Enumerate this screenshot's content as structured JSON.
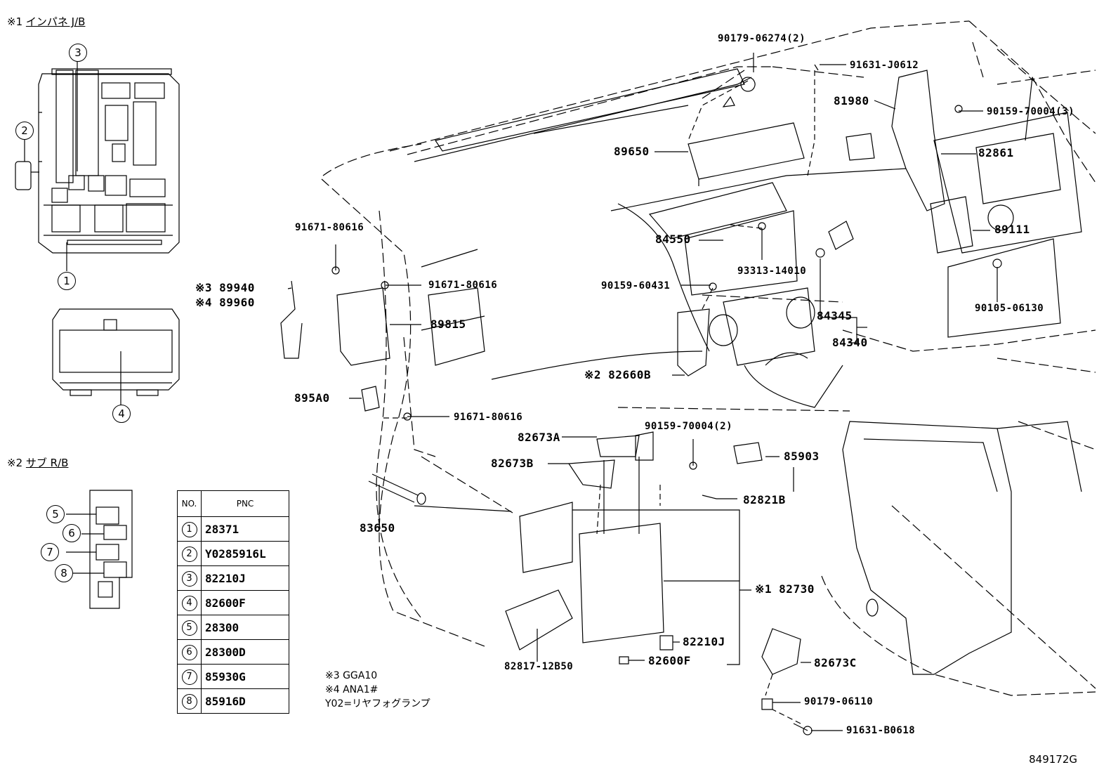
{
  "headers": {
    "jb": {
      "mark": "※1",
      "text": "インパネ J/B"
    },
    "rb": {
      "mark": "※2",
      "text": "サブ R/B"
    }
  },
  "inset_callouts": [
    "1",
    "2",
    "3",
    "4",
    "5",
    "6",
    "7",
    "8"
  ],
  "table": {
    "col_no": "NO.",
    "col_pnc": "PNC",
    "rows": [
      {
        "no": "1",
        "pnc": "28371"
      },
      {
        "no": "2",
        "pnc": "Y0285916L"
      },
      {
        "no": "3",
        "pnc": "82210J"
      },
      {
        "no": "4",
        "pnc": "82600F"
      },
      {
        "no": "5",
        "pnc": "28300"
      },
      {
        "no": "6",
        "pnc": "28300D"
      },
      {
        "no": "7",
        "pnc": "85930G"
      },
      {
        "no": "8",
        "pnc": "85916D"
      }
    ]
  },
  "notes": [
    "※3 GGA10",
    "※4 ANA1#",
    "Y02=リヤフォグランプ"
  ],
  "parts": {
    "p90179_06274": "90179-06274(2)",
    "p91631_J0612": "91631-J0612",
    "p81980": "81980",
    "p90159_70004_3": "90159-70004(3)",
    "p89650": "89650",
    "p82861": "82861",
    "p89111": "89111",
    "p91671_80616_a": "91671-80616",
    "p84550": "84550",
    "p93313_14010": "93313-14010",
    "p89940": "※3 89940",
    "p89960": "※4 89960",
    "p91671_80616_b": "91671-80616",
    "p90159_60431": "90159-60431",
    "p84345": "84345",
    "p90105_06130": "90105-06130",
    "p89815": "89815",
    "p84340": "84340",
    "p82660B": "※2 82660B",
    "p895A0": "895A0",
    "p91671_80616_c": "91671-80616",
    "p90159_70004_2": "90159-70004(2)",
    "p82673A": "82673A",
    "p85903": "85903",
    "p82673B": "82673B",
    "p82821B": "82821B",
    "p83650": "83650",
    "p82730": "※1 82730",
    "p82210J": "82210J",
    "p82673C": "82673C",
    "p82817_12B50": "82817-12B50",
    "p82600F": "82600F",
    "p90179_06110": "90179-06110",
    "p91631_B0618": "91631-B0618"
  },
  "diagram_code": "849172G"
}
